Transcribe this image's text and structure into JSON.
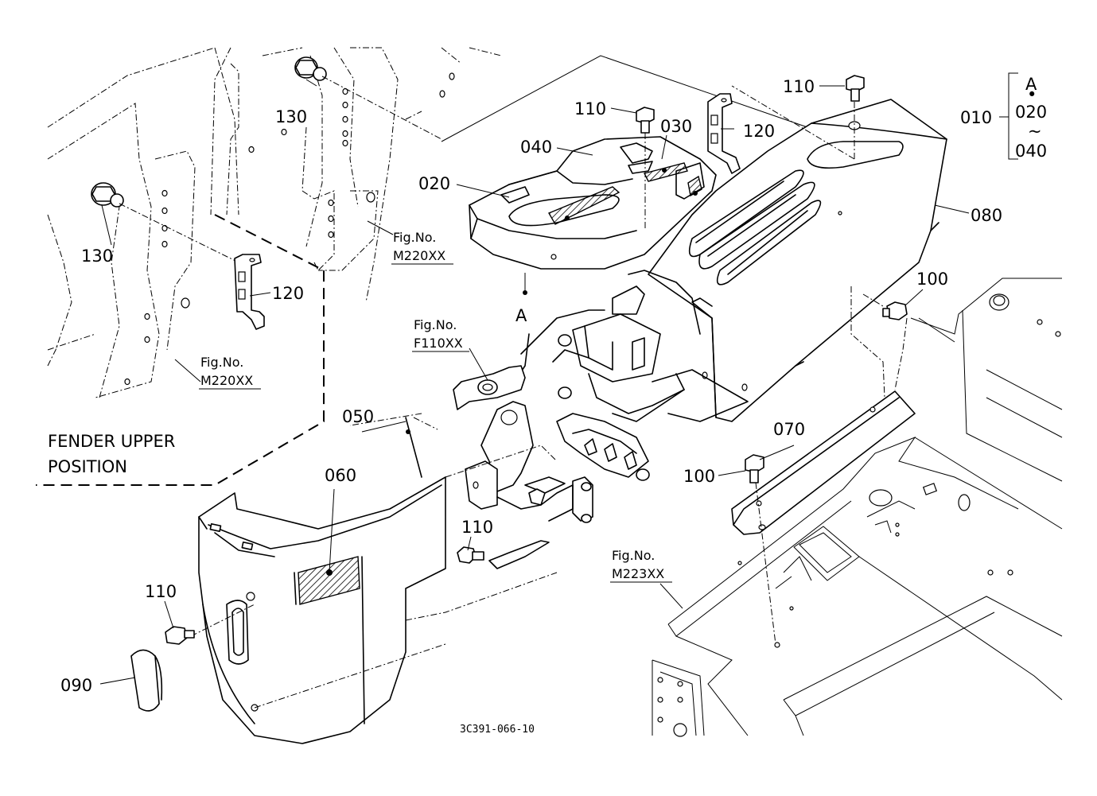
{
  "callouts": {
    "c010": "010",
    "c020": "020",
    "c030": "030",
    "c040": "040",
    "c050": "050",
    "c060": "060",
    "c070": "070",
    "c080": "080",
    "c090": "090",
    "c100a": "100",
    "c100b": "100",
    "c110a": "110",
    "c110b": "110",
    "c110c": "110",
    "c110d": "110",
    "c120a": "120",
    "c120b": "120",
    "c130a": "130",
    "c130b": "130"
  },
  "assembly_group": {
    "label": "A",
    "dot": "•",
    "from": "020",
    "tilde": "~",
    "to": "040"
  },
  "view_marker": "A",
  "fig_refs": {
    "fig_prefix": "Fig.No.",
    "ref1": "M220XX",
    "ref2": "M220XX",
    "ref3": "F110XX",
    "ref4": "M223XX"
  },
  "inset_caption": {
    "line1": "FENDER UPPER",
    "line2": "POSITION"
  },
  "drawing_number": "3C391-066-10"
}
